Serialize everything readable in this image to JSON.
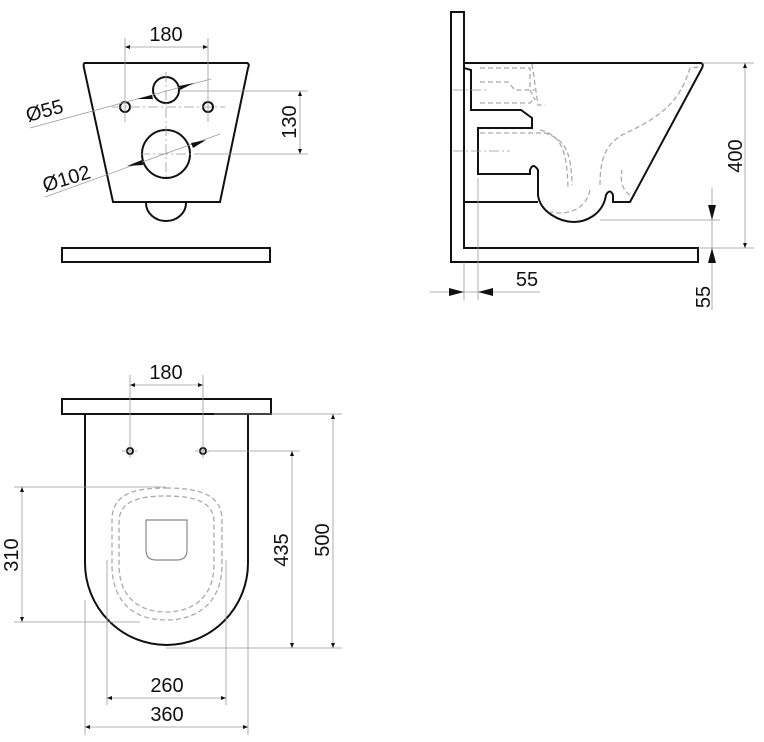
{
  "front_view": {
    "dim_hole_spacing": "180",
    "dim_small_hole": "Ø55",
    "dim_large_hole": "Ø102",
    "dim_hole_vertical": "130"
  },
  "side_view": {
    "dim_height": "400",
    "dim_wall_offset": "55",
    "dim_floor_offset": "55"
  },
  "top_view": {
    "dim_hole_spacing": "180",
    "dim_seat_length": "310",
    "dim_hole_to_front": "435",
    "dim_total_length": "500",
    "dim_inner_width": "260",
    "dim_total_width": "360"
  }
}
